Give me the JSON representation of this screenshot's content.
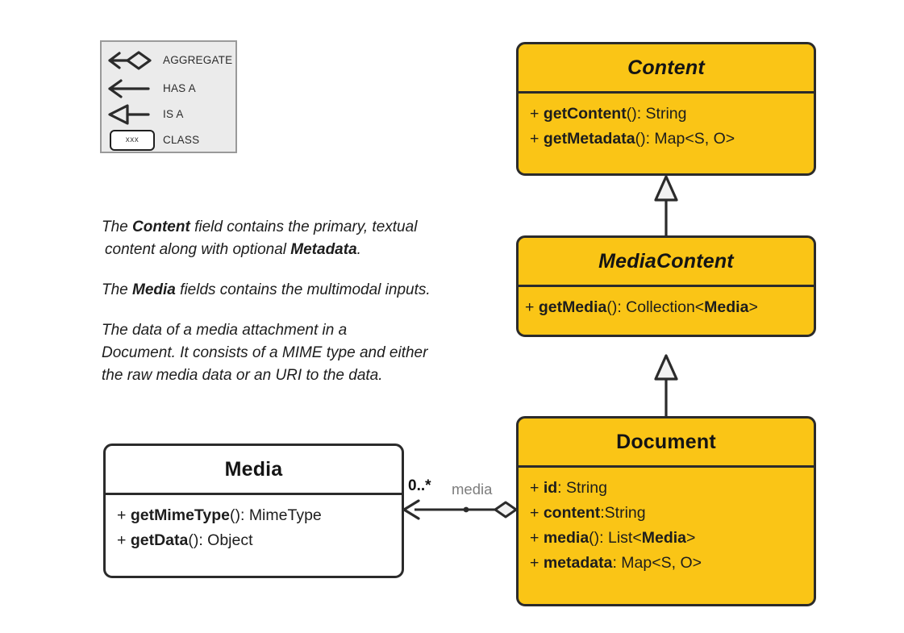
{
  "colors": {
    "class_fill": "#FAC516",
    "plain_fill": "#FFFFFF",
    "stroke": "#2B2B2B",
    "legend_fill": "#EBEBEB",
    "legend_border": "#9A9A9A",
    "role_label": "#7D7D7D"
  },
  "legend": {
    "items": [
      {
        "icon": "aggregate-arrow-diamond-icon",
        "label": "AGGREGATE"
      },
      {
        "icon": "has-a-arrow-icon",
        "label": "HAS A"
      },
      {
        "icon": "is-a-triangle-arrow-icon",
        "label": "IS A"
      },
      {
        "icon": "class-box-icon",
        "label": "CLASS",
        "icon_text": "xxx"
      }
    ]
  },
  "notes": {
    "paragraphs": [
      {
        "lines": [
          [
            {
              "text": "The ",
              "bold": false
            },
            {
              "text": "Content",
              "bold": true
            },
            {
              "text": " field contains the primary, textual",
              "bold": false
            }
          ],
          [
            {
              "text": "content along with optional ",
              "bold": false
            },
            {
              "text": "Metadata",
              "bold": true
            },
            {
              "text": ".",
              "bold": false
            }
          ]
        ]
      },
      {
        "lines": [
          [
            {
              "text": "The ",
              "bold": false
            },
            {
              "text": "Media",
              "bold": true
            },
            {
              "text": " fields contains the multimodal inputs.",
              "bold": false
            }
          ]
        ]
      },
      {
        "lines": [
          [
            {
              "text": "The data of a media attachment in a",
              "bold": false
            }
          ],
          [
            {
              "text": "Document. It consists of a MIME type and either",
              "bold": false
            }
          ],
          [
            {
              "text": "the raw media data or an URI to the data.",
              "bold": false
            }
          ]
        ]
      }
    ]
  },
  "classes": {
    "content": {
      "name": "Content",
      "abstract": true,
      "fill": "#FAC516",
      "members": [
        {
          "visibility": "+",
          "name": "getContent",
          "suffix": "(): ",
          "type": "String"
        },
        {
          "visibility": "+",
          "name": "getMetadata",
          "suffix": "(): ",
          "type": "Map<S, O>"
        }
      ]
    },
    "mediacontent": {
      "name": "MediaContent",
      "abstract": true,
      "fill": "#FAC516",
      "members": [
        {
          "visibility": "+",
          "name": "getMedia",
          "suffix": "(): ",
          "type": "Collection<",
          "type_bold": "Media",
          "type_tail": ">"
        }
      ]
    },
    "document": {
      "name": "Document",
      "abstract": false,
      "fill": "#FAC516",
      "members": [
        {
          "visibility": "+",
          "name": "id",
          "suffix": ": ",
          "type": "String"
        },
        {
          "visibility": "+",
          "name": "content",
          "suffix": ":",
          "type": "String"
        },
        {
          "visibility": "+",
          "name": "media",
          "suffix": "(): ",
          "type": "List<",
          "type_bold": "Media",
          "type_tail": ">"
        },
        {
          "visibility": "+",
          "name": "metadata",
          "suffix": ": ",
          "type": "Map<S, O>"
        }
      ]
    },
    "media": {
      "name": "Media",
      "abstract": false,
      "fill": "#FFFFFF",
      "members": [
        {
          "visibility": "+",
          "name": "getMimeType",
          "suffix": "(): ",
          "type": "MimeType"
        },
        {
          "visibility": "+",
          "name": "getData",
          "suffix": "(): ",
          "type": "Object"
        }
      ]
    }
  },
  "relations": {
    "generalization_content": {
      "from": "MediaContent",
      "to": "Content",
      "kind": "is-a"
    },
    "generalization_mediacontent": {
      "from": "Document",
      "to": "MediaContent",
      "kind": "is-a"
    },
    "aggregation_media": {
      "from": "Document",
      "to": "Media",
      "kind": "aggregate",
      "multiplicity": "0..*",
      "role": "media"
    }
  }
}
